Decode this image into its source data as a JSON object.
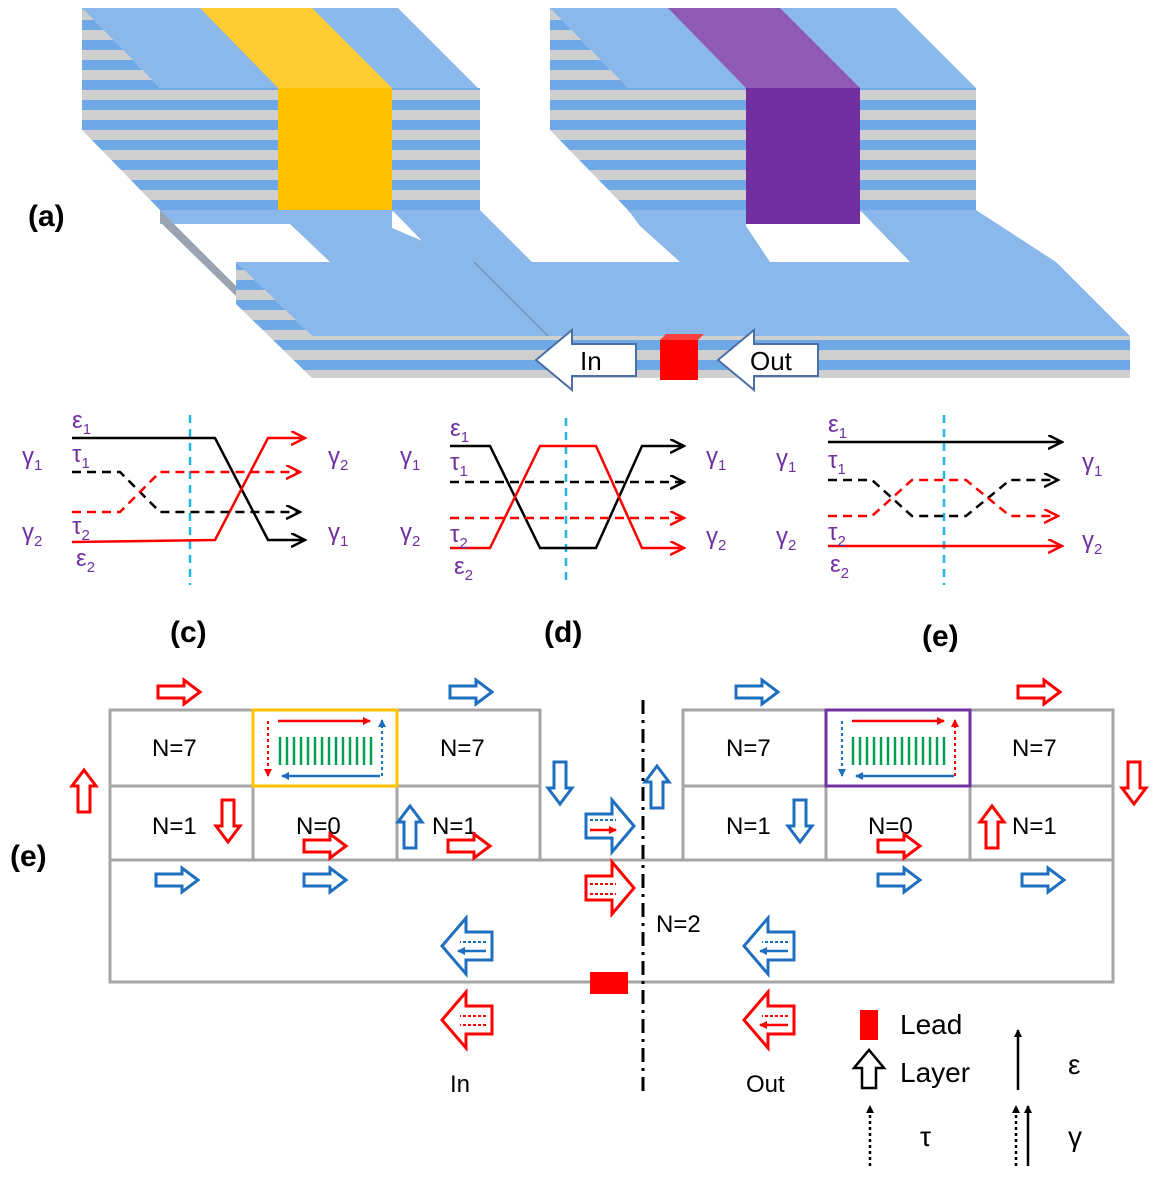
{
  "panel_a": {
    "label": "(a)",
    "arrow_in": "In",
    "arrow_out": "Out",
    "colors": {
      "layer_blue": "#7eb3ea",
      "layer_gray": "#c8c8c8",
      "top_blue": "#8ab8ea",
      "gate_left": "#ffc000",
      "gate_left_top": "#ffcc33",
      "gate_right": "#7030a0",
      "gate_right_top": "#8e5ab4",
      "lead": "#ff0000"
    }
  },
  "panel_c": {
    "label": "(c)",
    "left": {
      "eps1": "ε",
      "eps1_sub": "1",
      "tau1": "τ",
      "tau1_sub": "1",
      "tau2": "τ",
      "tau2_sub": "2",
      "eps2": "ε",
      "eps2_sub": "2",
      "g_top": "γ",
      "g_top_sub": "1",
      "g_bot": "γ",
      "g_bot_sub": "2"
    },
    "right": {
      "g_top": "γ",
      "g_top_sub": "2",
      "g_bot": "γ",
      "g_bot_sub": "1"
    }
  },
  "panel_d": {
    "label": "(d)",
    "left": {
      "eps1": "ε",
      "eps1_sub": "1",
      "tau1": "τ",
      "tau1_sub": "1",
      "tau2": "τ",
      "tau2_sub": "2",
      "eps2": "ε",
      "eps2_sub": "2",
      "g_top": "γ",
      "g_top_sub": "1",
      "g_bot": "γ",
      "g_bot_sub": "2"
    },
    "right": {
      "g_top": "γ",
      "g_top_sub": "1",
      "g_bot": "γ",
      "g_bot_sub": "2"
    }
  },
  "panel_e_top": {
    "label": "(e)",
    "left": {
      "eps1": "ε",
      "eps1_sub": "1",
      "tau1": "τ",
      "tau1_sub": "1",
      "tau2": "τ",
      "tau2_sub": "2",
      "eps2": "ε",
      "eps2_sub": "2",
      "g_top": "γ",
      "g_top_sub": "1",
      "g_bot": "γ",
      "g_bot_sub": "2"
    },
    "right": {
      "g_top": "γ",
      "g_top_sub": "1",
      "g_bot": "γ",
      "g_bot_sub": "2"
    }
  },
  "panel_e_bottom": {
    "label": "(e)",
    "cells": {
      "l_top_left": "N=7",
      "l_top_right": "N=7",
      "l_mid_left": "N=1",
      "l_mid_center": "N=0",
      "l_mid_right": "N=1",
      "r_top_left": "N=7",
      "r_top_right": "N=7",
      "r_mid_left": "N=1",
      "r_mid_center": "N=0",
      "r_mid_right": "N=1",
      "bottom": "N=2"
    },
    "in_label": "In",
    "out_label": "Out",
    "legend": {
      "lead": "Lead",
      "layer": "Layer",
      "eps": "ε",
      "tau": "τ",
      "gamma": "γ"
    },
    "colors": {
      "red": "#ff0000",
      "blue": "#1f6fc0",
      "green": "#00a050",
      "gate_left": "#ffc000",
      "gate_right": "#7030a0",
      "grid": "#a6a6a6"
    }
  },
  "colors": {
    "purple_text": "#7030a0",
    "cyan_dash": "#1fb6e0",
    "black": "#000000",
    "red": "#ff0000"
  }
}
